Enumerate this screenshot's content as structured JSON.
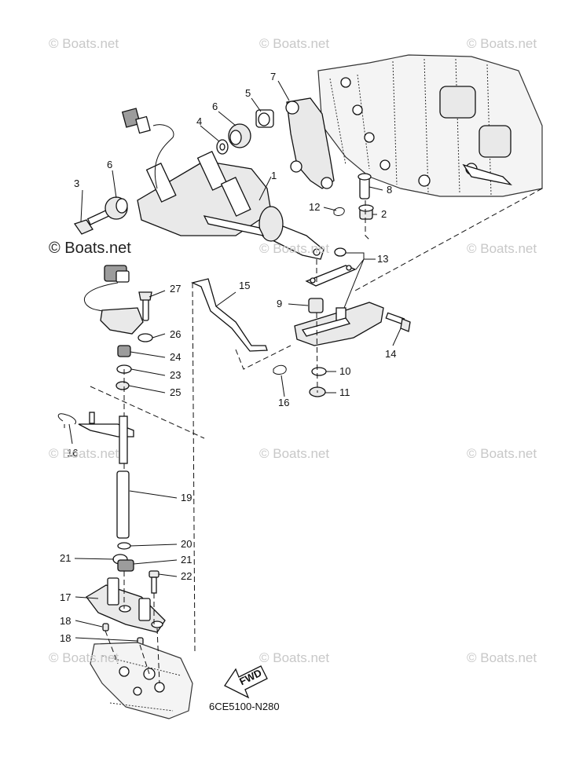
{
  "diagram_code": "6CE5100-N280",
  "fwd_label": "FWD",
  "watermarks": {
    "faint": "© Boats.net",
    "strong": "© Boats.net"
  },
  "callouts": {
    "c1": "1",
    "c2": "2",
    "c3": "3",
    "c4": "4",
    "c5": "5",
    "c6a": "6",
    "c6b": "6",
    "c7": "7",
    "c8": "8",
    "c9": "9",
    "c10": "10",
    "c11": "11",
    "c12": "12",
    "c13": "13",
    "c14": "14",
    "c15": "15",
    "c16a": "16",
    "c16b": "16",
    "c17": "17",
    "c18a": "18",
    "c18b": "18",
    "c19": "19",
    "c20": "20",
    "c21a": "21",
    "c21b": "21",
    "c22": "22",
    "c23": "23",
    "c24": "24",
    "c25": "25",
    "c26": "26",
    "c27": "27"
  },
  "colors": {
    "line": "#111111",
    "watermark": "#c8c8c8"
  }
}
